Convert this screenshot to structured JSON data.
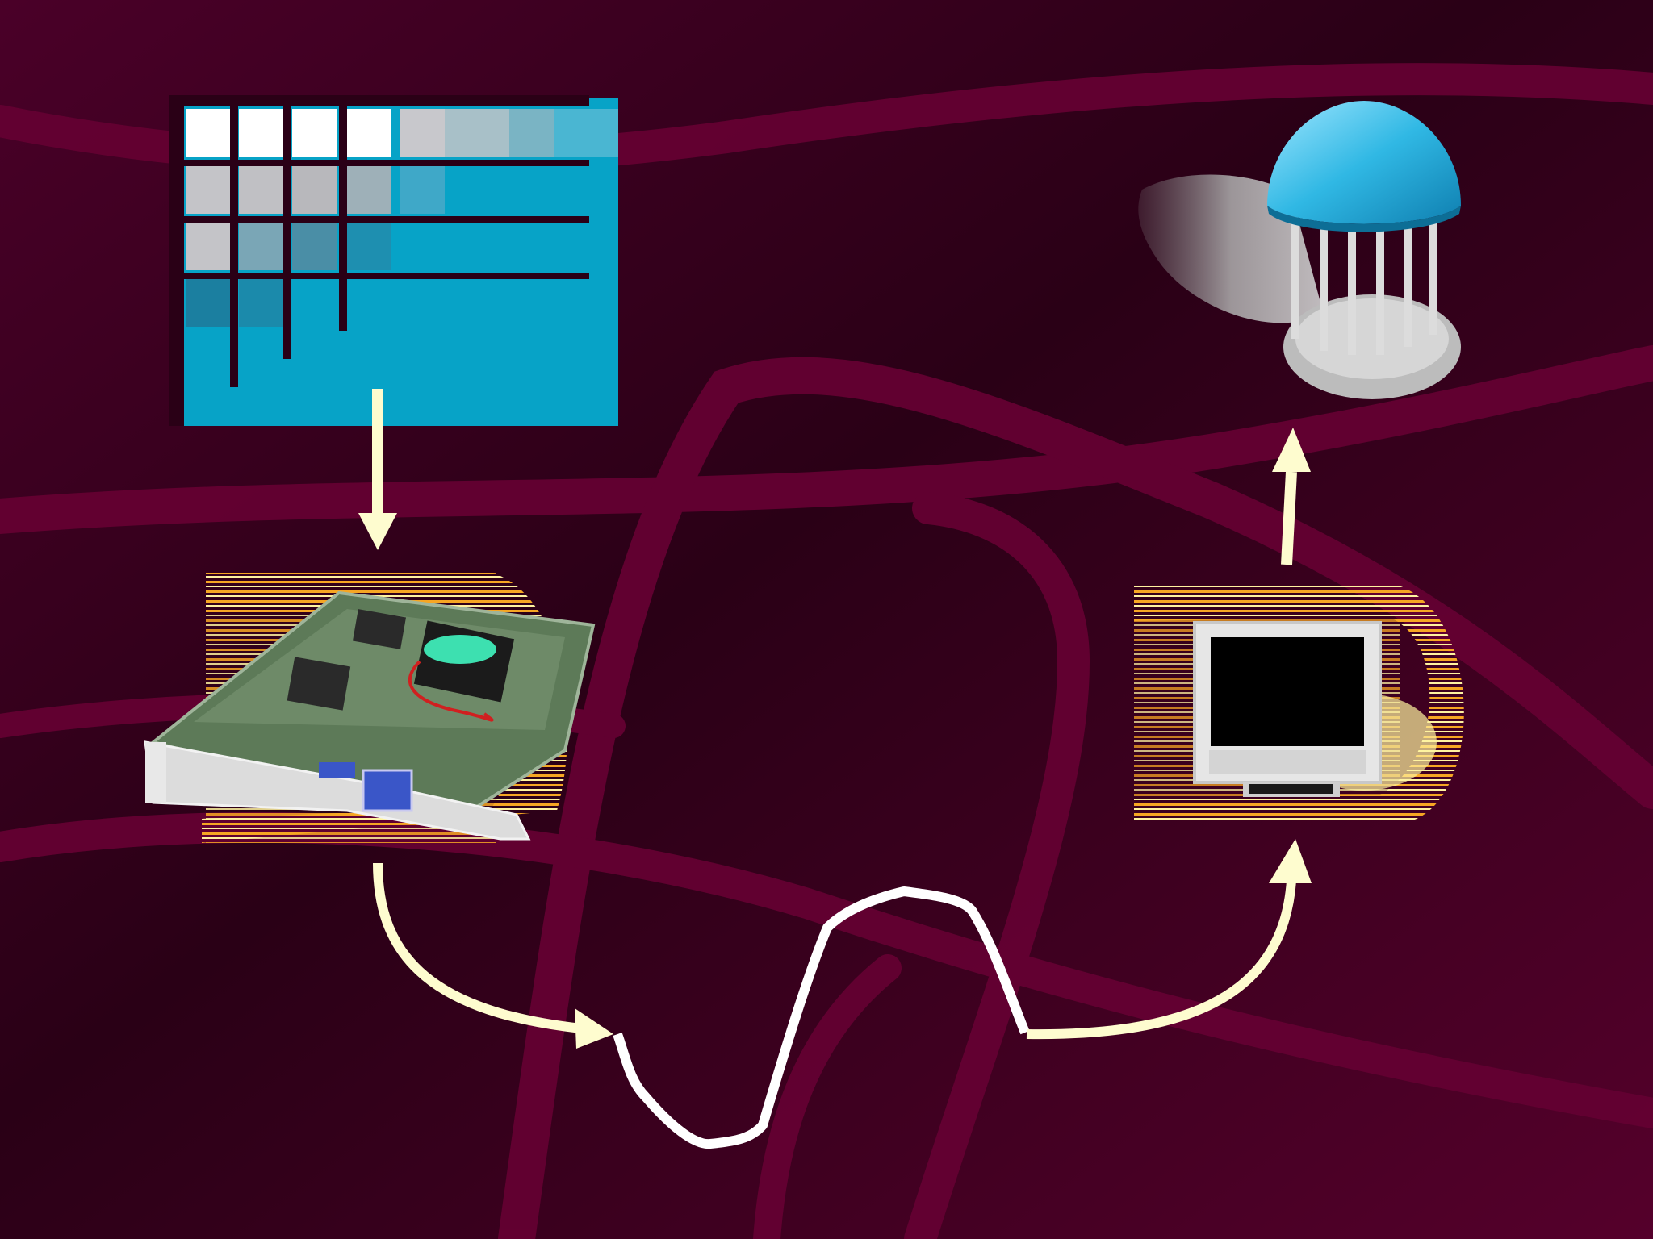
{
  "colors": {
    "background_dark": "#2e0019",
    "background_ribbon": "#640032",
    "arrow": "#fefccf",
    "signal_wave": "#ffffff",
    "grid_blue": "#00a0c8",
    "grid_light": "#ffffff",
    "halo_orange": "#f6a623",
    "halo_yellow": "#fff3a0",
    "dome_blue": "#3cbfe6",
    "pcb_green": "#6e8a68",
    "connector_blue": "#3a56c8",
    "monitor_screen": "#000000",
    "monitor_bezel": "#e6e6e6"
  },
  "nodes": [
    {
      "id": "frame-buffer",
      "icon": "pixel-grid-icon"
    },
    {
      "id": "video-card",
      "icon": "graphics-card-icon"
    },
    {
      "id": "monitor",
      "icon": "crt-monitor-icon"
    },
    {
      "id": "viewer",
      "icon": "dome-viewer-icon"
    }
  ],
  "connections": [
    {
      "from": "frame-buffer",
      "to": "video-card",
      "style": "straight-arrow"
    },
    {
      "from": "video-card",
      "to": "monitor",
      "style": "curved-arrow-with-analog-signal-wave"
    },
    {
      "from": "monitor",
      "to": "viewer",
      "style": "straight-arrow"
    }
  ]
}
